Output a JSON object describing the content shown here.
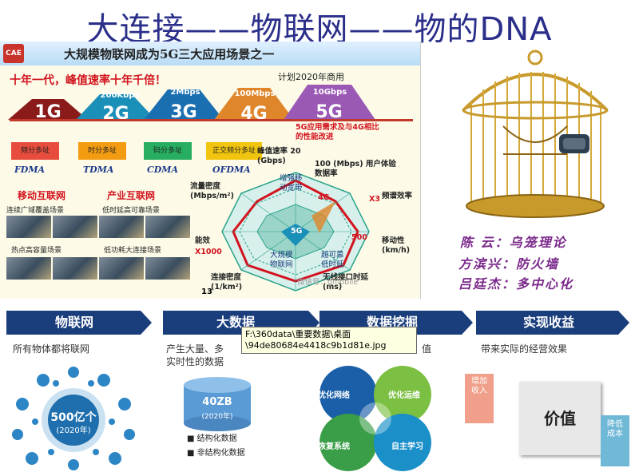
{
  "title": "大连接——物联网——物的DNA",
  "slide": {
    "logo": "CAE",
    "title": "大规模物联网成为5G三大应用场景之一",
    "slogan": "十年一代，峰值速率十年千倍！",
    "plan": "计划2020年商用",
    "generations": [
      {
        "name": "1G",
        "rate": "",
        "color": "#8b1a1a"
      },
      {
        "name": "2G",
        "rate": "200Kbps",
        "color": "#1a8fb8"
      },
      {
        "name": "3G",
        "rate": "2Mbps",
        "color": "#1a6fb0"
      },
      {
        "name": "4G",
        "rate": "100Mbps",
        "color": "#e0862a"
      },
      {
        "name": "5G",
        "rate": "10Gbps",
        "color": "#9b59b6"
      }
    ],
    "access": [
      {
        "label": "频分多址",
        "name": "FDMA"
      },
      {
        "label": "时分多址",
        "name": "TDMA"
      },
      {
        "label": "码分多址",
        "name": "CDMA"
      },
      {
        "label": "正交频分多址",
        "name": "OFDMA"
      }
    ],
    "mobile_title": "移动互联网",
    "industry_title": "产业互联网",
    "scenes": [
      "连续广域覆盖场景",
      "低时延高可靠场景",
      "热点高容量场景",
      "低功耗大连接场景"
    ],
    "radar": {
      "note": "5G应用需求及与4G相比的性能改进",
      "peak_rate": "峰值速率 20 (Gbps)",
      "user_rate": "100 (Mbps) 用户体验数据率",
      "spectrum": "频谱效率",
      "x3": "X3",
      "mobility": "移动性 (km/h)",
      "m500": "500",
      "latency": "无线接口时延 (ms)",
      "connection": "连接密度 (1/km²)",
      "efficiency": "能效",
      "x1000": "X1000",
      "traffic": "流量密度 (Mbps/m²)",
      "embb": "增强移动宽带",
      "mmtc": "大规模物联网",
      "urllc": "超可靠低时延",
      "center_4g": "4G",
      "center_5g": "5G"
    },
    "page": "13",
    "watermark": "微信号：gmobile"
  },
  "names": [
    "陈  云：乌笼理论",
    "方滨兴：防火墙",
    "吕廷杰：多中心化"
  ],
  "steps": [
    {
      "label": "物联网",
      "desc": "所有物体都将联网"
    },
    {
      "label": "大数据",
      "desc": "产生大量、多"
    },
    {
      "label": "数据挖掘",
      "desc": "值"
    },
    {
      "label": "实现收益",
      "desc": "带来实际的经营效果"
    }
  ],
  "bigdata_extra": "实时性的数据",
  "tooltip": "F:\\360data\\重要数据\\桌面\n\\94de80684e4418c9b1d81e.jpg",
  "iot": {
    "count": "500亿个",
    "year": "(2020年)"
  },
  "db": {
    "size": "40ZB",
    "year": "(2020年)",
    "legend1": "结构化数据",
    "legend2": "非结构化数据"
  },
  "mining": {
    "c1": "优化网络",
    "c2": "优化运维",
    "c3": "恢复系统",
    "c4": "自主学习"
  },
  "value": {
    "label": "价值",
    "up": "增加收入",
    "down": "降低成本"
  },
  "colors": {
    "title": "#2b2f8a",
    "step": "#1a3d7c",
    "names": "#7b2a8b",
    "accent": "#d2141f"
  }
}
